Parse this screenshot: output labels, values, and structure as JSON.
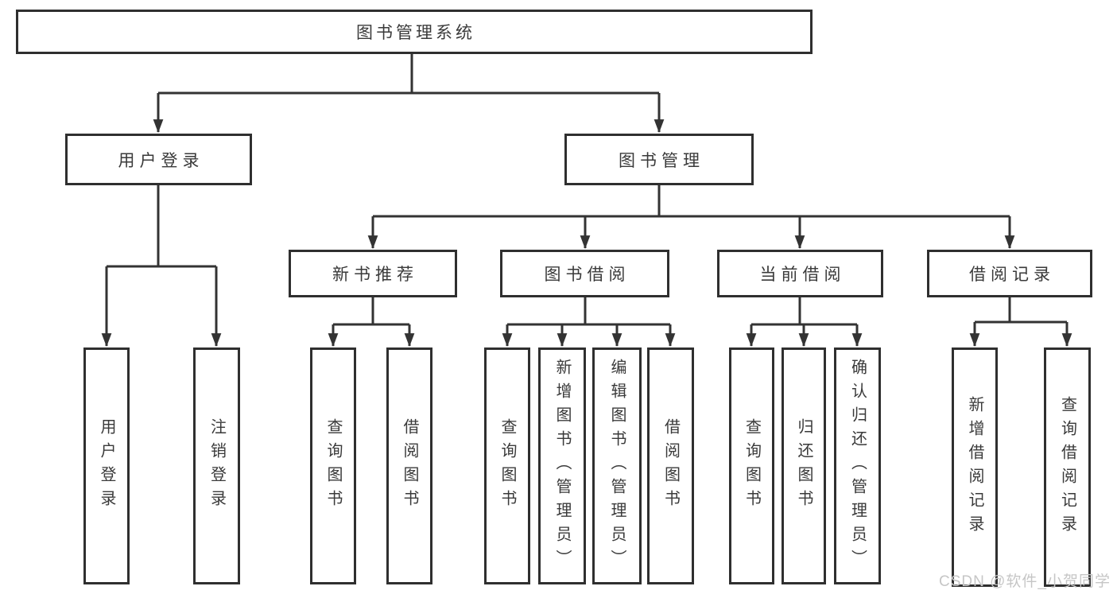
{
  "diagram_title": "图书管理系统",
  "nodes": {
    "root": "图书管理系统",
    "user-login": "用户登录",
    "book-management": "图书管理",
    "login": "用户登录",
    "logout": "注销登录",
    "new-book-recommend": "新书推荐",
    "book-borrow": "图书借阅",
    "current-borrow": "当前借阅",
    "borrow-record": "借阅记录",
    "nbr-query-book": "查询图书",
    "nbr-borrow-book": "借阅图书",
    "bb-query-book": "查询图书",
    "bb-add-book": "新增图书（管理员）",
    "bb-edit-book": "编辑图书（管理员）",
    "bb-borrow-book": "借阅图书",
    "cb-query-book": "查询图书",
    "cb-return-book": "归还图书",
    "cb-confirm-return": "确认归还（管理员）",
    "br-add-record": "新增借阅记录",
    "br-query-record": "查询借阅记录"
  },
  "watermark": {
    "text": "CSDN @软件_小贺同学"
  },
  "colors": {
    "background": "#ffffff",
    "line": "#333333",
    "box_border": "#2f2f2f",
    "text": "#3a3a3a",
    "watermark": "#c6c6c6"
  }
}
